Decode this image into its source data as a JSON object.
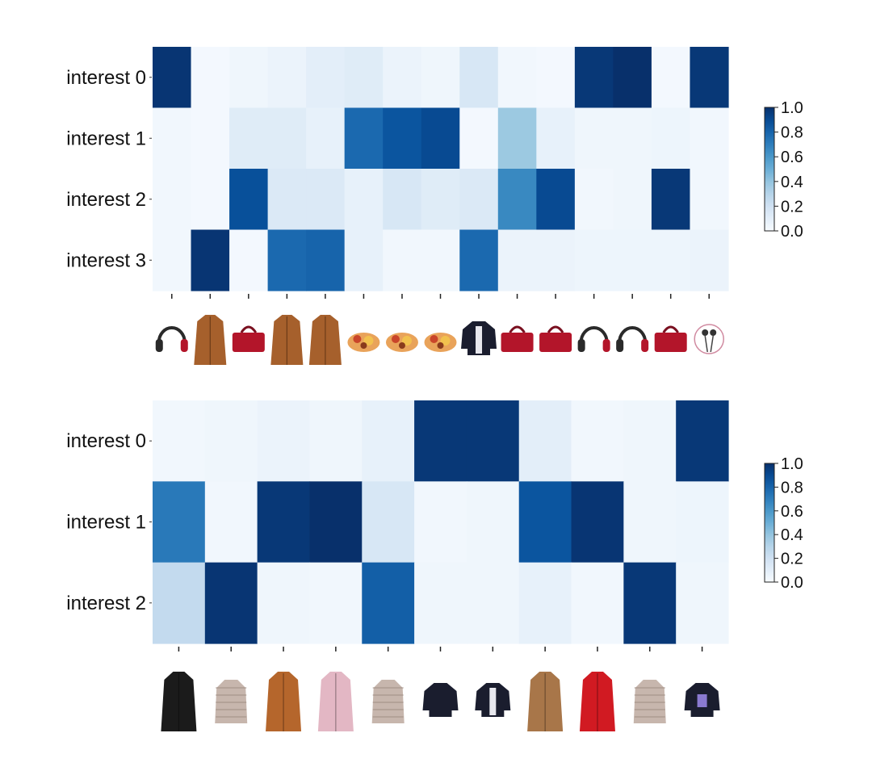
{
  "chart_data": [
    {
      "type": "heatmap",
      "rows": [
        "interest 0",
        "interest 1",
        "interest 2",
        "interest 3"
      ],
      "columns": [
        "headphones-icon",
        "coat-icon",
        "handbag-icon",
        "coat-icon",
        "coat-icon",
        "snack-icon",
        "snack-icon",
        "snack-icon",
        "jacket-icon",
        "handbag-icon",
        "handbag-icon",
        "headphones-icon",
        "headphones-icon",
        "handbag-icon",
        "earphones-icon"
      ],
      "values": [
        [
          0.98,
          0.02,
          0.04,
          0.06,
          0.1,
          0.12,
          0.06,
          0.04,
          0.16,
          0.03,
          0.02,
          0.97,
          1.0,
          0.02,
          0.97
        ],
        [
          0.03,
          0.02,
          0.12,
          0.12,
          0.08,
          0.78,
          0.86,
          0.9,
          0.02,
          0.38,
          0.08,
          0.04,
          0.04,
          0.05,
          0.03
        ],
        [
          0.03,
          0.02,
          0.88,
          0.14,
          0.14,
          0.08,
          0.16,
          0.12,
          0.14,
          0.66,
          0.9,
          0.03,
          0.04,
          0.97,
          0.03
        ],
        [
          0.03,
          0.98,
          0.02,
          0.78,
          0.8,
          0.08,
          0.03,
          0.03,
          0.78,
          0.06,
          0.06,
          0.05,
          0.05,
          0.05,
          0.06
        ]
      ],
      "colorbar": {
        "ticks": [
          "1.0",
          "0.8",
          "0.6",
          "0.4",
          "0.2",
          "0.0"
        ],
        "range": [
          0,
          1
        ]
      }
    },
    {
      "type": "heatmap",
      "rows": [
        "interest 0",
        "interest 1",
        "interest 2"
      ],
      "columns": [
        "coat-icon",
        "down-jacket-icon",
        "coat-icon",
        "coat-icon",
        "down-jacket-icon",
        "sweater-icon",
        "jacket-icon",
        "coat-icon",
        "coat-icon",
        "down-jacket-icon",
        "hoodie-icon"
      ],
      "values": [
        [
          0.03,
          0.04,
          0.06,
          0.04,
          0.08,
          0.97,
          0.97,
          0.1,
          0.03,
          0.04,
          0.97
        ],
        [
          0.72,
          0.03,
          0.97,
          1.0,
          0.16,
          0.03,
          0.04,
          0.86,
          0.98,
          0.04,
          0.05
        ],
        [
          0.26,
          0.98,
          0.04,
          0.03,
          0.82,
          0.04,
          0.04,
          0.08,
          0.03,
          0.97,
          0.04
        ]
      ],
      "colorbar": {
        "ticks": [
          "1.0",
          "0.8",
          "0.6",
          "0.4",
          "0.2",
          "0.0"
        ],
        "range": [
          0,
          1
        ]
      }
    }
  ],
  "colors": {
    "low": "#f7fbff",
    "high": "#08306b"
  }
}
